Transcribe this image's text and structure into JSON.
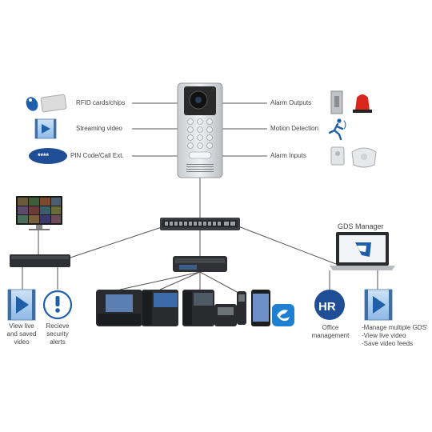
{
  "left_features": [
    {
      "label": "RFID cards/chips",
      "icon": "rfid-icon"
    },
    {
      "label": "Streaming video",
      "icon": "video-icon"
    },
    {
      "label": "PIN Code/Call Ext.",
      "icon": "pin-icon",
      "badge": "****"
    }
  ],
  "right_features": [
    {
      "label": "Alarm Outputs",
      "icon": "alarm-output-icon"
    },
    {
      "label": "Motion Detection",
      "icon": "motion-icon"
    },
    {
      "label": "Alarm Inputs",
      "icon": "alarm-input-icon"
    }
  ],
  "gds_manager": {
    "title": "GDS Manager"
  },
  "bottom_left": [
    {
      "label": "View live and saved video",
      "icon": "video-icon"
    },
    {
      "label": "Recieve security alerts",
      "icon": "alert-icon"
    }
  ],
  "bottom_right": [
    {
      "label": "Office management",
      "icon": "hr-icon",
      "badge": "HR"
    },
    {
      "label": "-Manage multiple GDS'\n-View live video\n-Save video feeds",
      "icon": "video-icon"
    }
  ],
  "colors": {
    "blue": "#1f5fa8",
    "dark": "#2b2b2b",
    "red": "#d8261c",
    "line": "#555555"
  }
}
